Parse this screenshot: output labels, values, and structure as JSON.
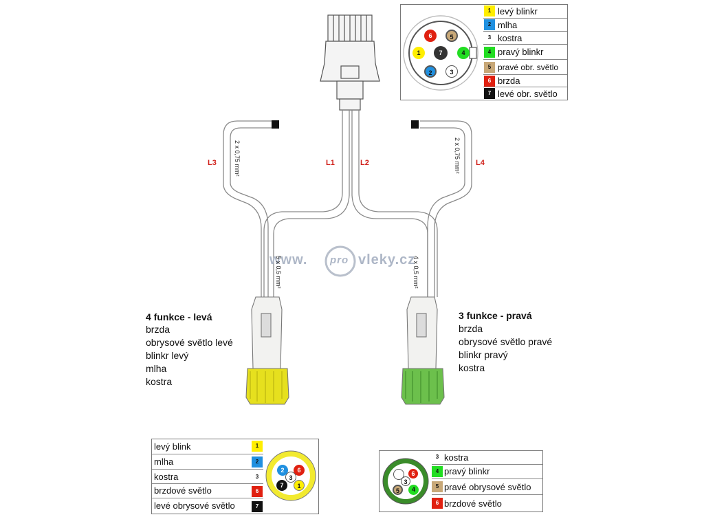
{
  "watermark": {
    "left": "www.",
    "pro": "pro",
    "right": "vleky.cz"
  },
  "wires": {
    "l1": "L1",
    "l2": "L2",
    "l3": "L3",
    "l4": "L4"
  },
  "cable_specs": {
    "l3": "2 x 0,75 mm²",
    "l4": "2 x 0,75 mm²",
    "left_main": "5 x 0,5 mm²",
    "right_main": "4 x 0,5 mm²"
  },
  "left_block": {
    "title": "4 funkce - levá",
    "lines": [
      "brzda",
      "obrysové světlo  levé",
      "blinkr levý",
      "mlha",
      "kostra"
    ]
  },
  "right_block": {
    "title": "3 funkce - pravá",
    "lines": [
      "brzda",
      "obrysové světlo pravé",
      "blinkr pravý",
      "kostra"
    ]
  },
  "main_legend": {
    "rows": [
      {
        "num": "1",
        "label": "levý blinkr",
        "color": "#ffee00"
      },
      {
        "num": "2",
        "label": "mlha",
        "color": "#2090e0"
      },
      {
        "num": "3",
        "label": "kostra",
        "color": "#ffffff"
      },
      {
        "num": "4",
        "label": "pravý blinkr",
        "color": "#22dd22"
      },
      {
        "num": "5",
        "label": "pravé obr. světlo",
        "color": "#c8a878"
      },
      {
        "num": "6",
        "label": "brzda",
        "color": "#e02010"
      },
      {
        "num": "7",
        "label": "levé obr. světlo",
        "color": "#111111"
      }
    ]
  },
  "left_legend": {
    "rows": [
      {
        "num": "1",
        "label": "levý blink",
        "color": "#ffee00"
      },
      {
        "num": "2",
        "label": "mlha",
        "color": "#2090e0"
      },
      {
        "num": "3",
        "label": "kostra",
        "color": "#ffffff"
      },
      {
        "num": "6",
        "label": "brzdové světlo",
        "color": "#e02010"
      },
      {
        "num": "7",
        "label": "levé obrysové světlo",
        "color": "#111111"
      }
    ]
  },
  "right_legend": {
    "rows": [
      {
        "num": "3",
        "label": "kostra",
        "color": "#ffffff"
      },
      {
        "num": "4",
        "label": "pravý blinkr",
        "color": "#22dd22"
      },
      {
        "num": "5",
        "label": "pravé obrysové světlo",
        "color": "#c8a878"
      },
      {
        "num": "6",
        "label": "brzdové světlo",
        "color": "#e02010"
      }
    ]
  }
}
